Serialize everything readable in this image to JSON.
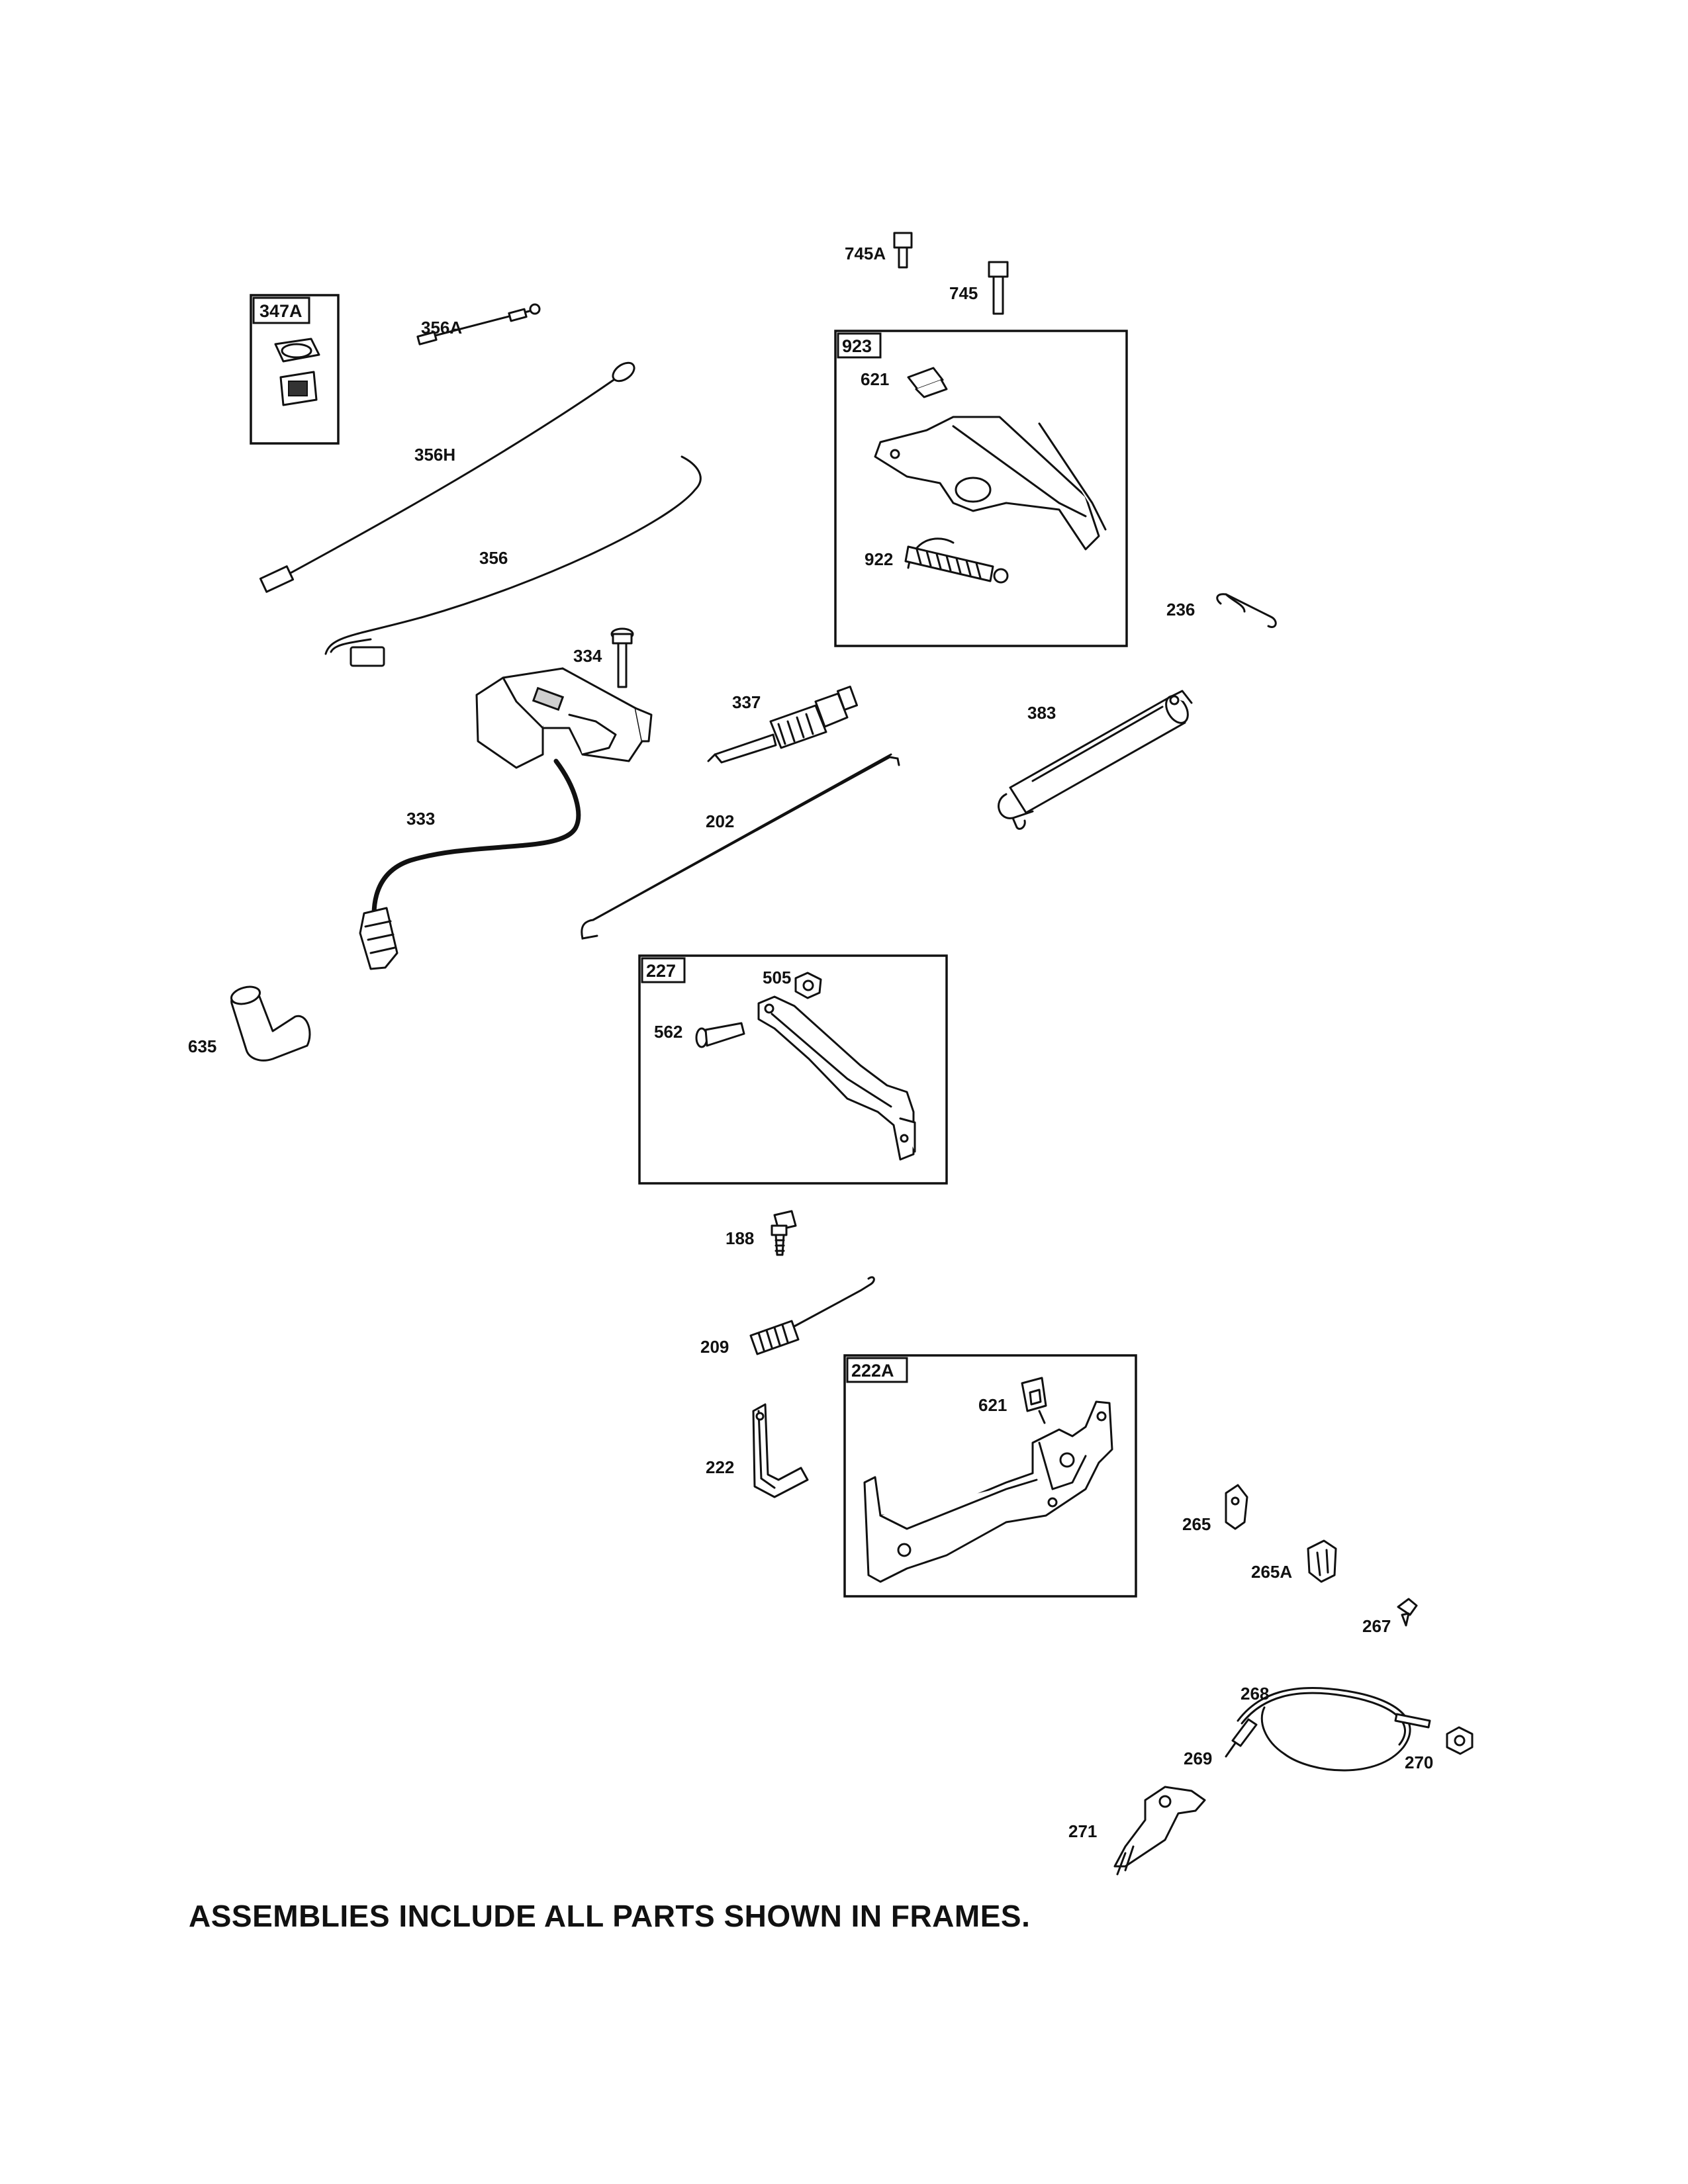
{
  "footnote": "ASSEMBLIES INCLUDE ALL PARTS SHOWN IN FRAMES.",
  "frames": {
    "f347A": "347A",
    "f923": "923",
    "f227": "227",
    "f222A": "222A"
  },
  "parts": {
    "p356A": "356A",
    "p356H": "356H",
    "p356": "356",
    "p745A": "745A",
    "p745": "745",
    "p621a": "621",
    "p922": "922",
    "p236": "236",
    "p334": "334",
    "p337": "337",
    "p383": "383",
    "p333": "333",
    "p202": "202",
    "p635": "635",
    "p505": "505",
    "p562": "562",
    "p188": "188",
    "p209": "209",
    "p621b": "621",
    "p222": "222",
    "p265": "265",
    "p265A": "265A",
    "p267": "267",
    "p268": "268",
    "p269": "269",
    "p270": "270",
    "p271": "271"
  }
}
